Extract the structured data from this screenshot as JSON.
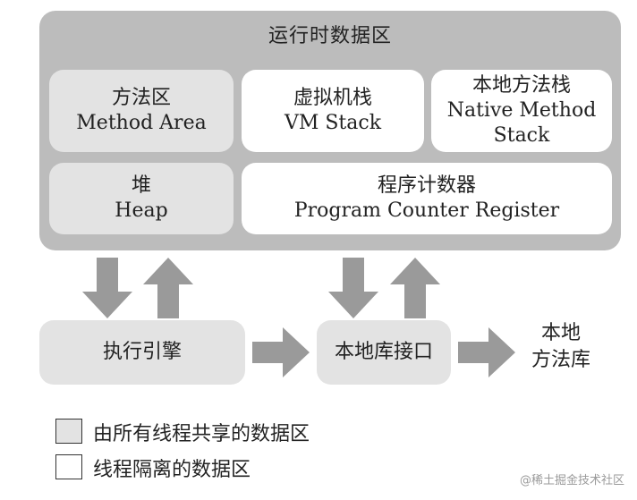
{
  "runtime_area": {
    "title": "运行时数据区"
  },
  "method_area": {
    "zh": "方法区",
    "en": "Method Area"
  },
  "vm_stack": {
    "zh": "虚拟机栈",
    "en": "VM Stack"
  },
  "native_stack": {
    "zh": "本地方法栈",
    "en1": "Native Method",
    "en2": "Stack"
  },
  "heap": {
    "zh": "堆",
    "en": "Heap"
  },
  "pc_register": {
    "zh": "程序计数器",
    "en": "Program Counter Register"
  },
  "execution_engine": {
    "label": "执行引擎"
  },
  "native_interface": {
    "label": "本地库接口"
  },
  "native_library": {
    "line1": "本地",
    "line2": "方法库"
  },
  "legend": {
    "shared": "由所有线程共享的数据区",
    "private": "线程隔离的数据区"
  },
  "watermark": "@稀土掘金技术社区",
  "colors": {
    "outer_bg": "#bcbcbc",
    "shared_fill": "#e3e3e3",
    "private_fill": "#ffffff",
    "arrow_fill": "#9a9a9a"
  }
}
